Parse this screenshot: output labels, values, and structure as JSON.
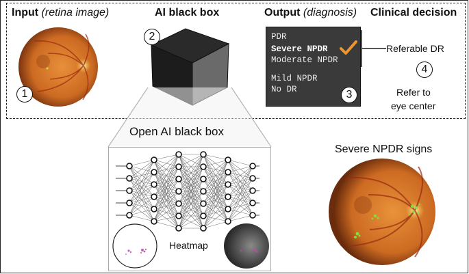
{
  "input": {
    "title": "Input",
    "title_note": "(retina image)",
    "step": "1"
  },
  "black_box": {
    "title": "AI black box",
    "step": "2"
  },
  "output": {
    "title": "Output",
    "title_note": "(diagnosis)",
    "step": "3",
    "grades": [
      "PDR",
      "Severe NPDR",
      "Moderate NPDR",
      "Mild NPDR",
      "No DR"
    ],
    "selected": "Severe NPDR",
    "check_color": "#f0952a"
  },
  "decision": {
    "title": "Clinical decision",
    "referable_label": "Referable DR",
    "step": "4",
    "action_line1": "Refer to",
    "action_line2": "eye center"
  },
  "open_box": {
    "title": "Open AI black box",
    "heatmap_label": "Heatmap"
  },
  "signs": {
    "title": "Severe NPDR signs"
  },
  "colors": {
    "cube_top": "#2a2a2a",
    "cube_left": "#1c1c1c",
    "cube_right": "#6a6a6a",
    "retina": "#d97a2a",
    "lesion_overlay": "#7fe03a",
    "heatmap_spots": "#b03aa0"
  }
}
